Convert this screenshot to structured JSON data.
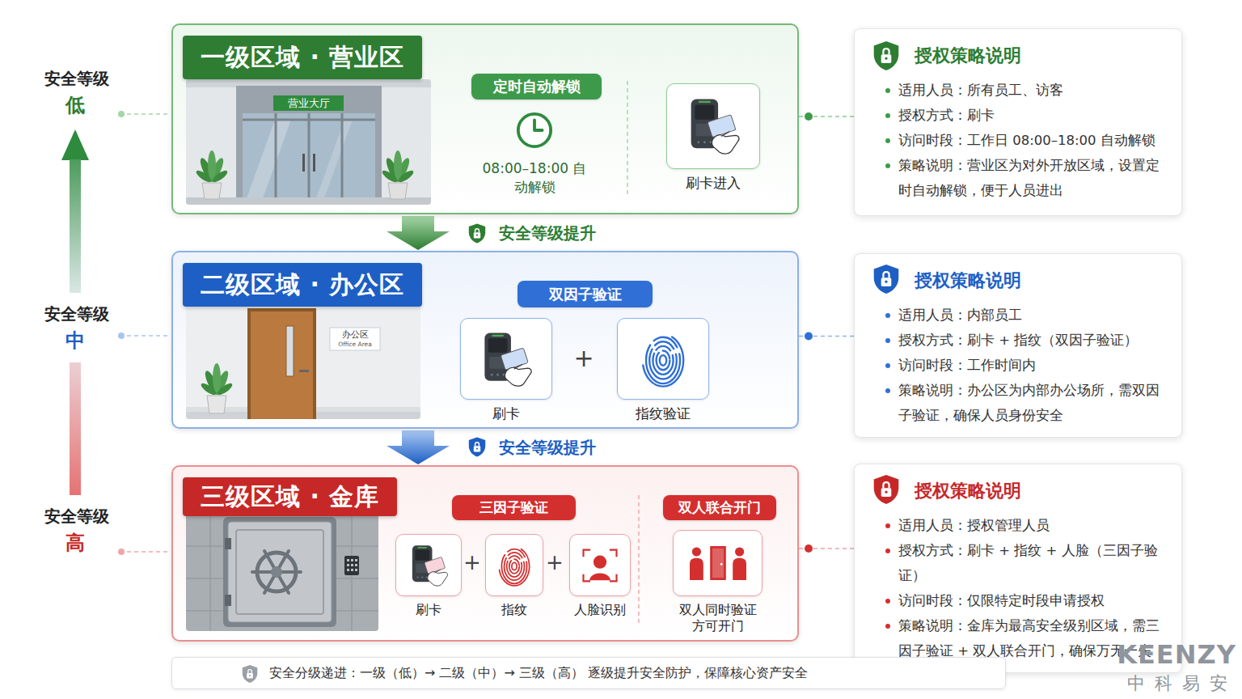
{
  "diagram": {
    "nodes": [
      {
        "text": [
          "一级区域 · 营业区"
        ]
      },
      {
        "text": [
          "定时自动解锁"
        ],
        "in": 0
      },
      {
        "text": [
          "刷卡进入"
        ],
        "in": 0
      },
      {
        "text": [
          "授权策略说明",
          "适用人员：所有员工、访客",
          "授权方式：刷卡",
          "访问时段：工作日 08:00–18:00 自动解锁",
          "策略说明：营业区为对外开放区域，设置定时自动解锁，便于人员进出"
        ]
      },
      {
        "text": [
          "二级区域 · 办公区"
        ]
      },
      {
        "text": [
          "双因子验证"
        ],
        "in": 4
      },
      {
        "text": [
          "刷卡"
        ],
        "in": 4
      },
      {
        "text": [
          "指纹验证"
        ],
        "in": 4
      },
      {
        "text": [
          "授权策略说明",
          "适用人员：内部员工",
          "授权方式：刷卡 + 指纹（双因子验证）",
          "访问时段：工作时间内",
          "策略说明：办公区为内部办公场所，需双因子验证，确保人员身份安全"
        ]
      },
      {
        "text": [
          "三级区域 · 金库"
        ]
      },
      {
        "text": [
          "三因子验证"
        ],
        "in": 9
      },
      {
        "text": [
          "刷卡"
        ],
        "in": 9
      },
      {
        "text": [
          "指纹"
        ],
        "in": 9
      },
      {
        "text": [
          "人脸识别"
        ],
        "in": 9
      },
      {
        "text": [
          "双人联合开门"
        ],
        "in": 9
      },
      {
        "text": [
          "双人同时验证 方可开门"
        ],
        "in": 9
      },
      {
        "text": [
          "授权策略说明",
          "适用人员：授权管理人员",
          "授权方式：刷卡 + 指纹 + 人脸（三因子验证）",
          "访问时段：仅限特定时段申请授权",
          "策略说明：金库为最高安全级别区域，需三因子验证 + 双人联合开门，确保万无一失"
        ]
      },
      {
        "text": [
          "安全分级递进：一级（低）→ 二级（中）→ 三级（高） 逐级提升安全防护，保障核心资产安全"
        ]
      }
    ],
    "edges": [
      {
        "from": 0,
        "to": 4,
        "label": "安全等级提升",
        "arrow": "to"
      },
      {
        "from": 4,
        "to": 9,
        "label": "安全等级提升",
        "arrow": "to"
      },
      {
        "from": 0,
        "to": 3,
        "arrow": "none"
      },
      {
        "from": 4,
        "to": 8,
        "arrow": "none"
      },
      {
        "from": 9,
        "to": 16,
        "arrow": "none"
      }
    ],
    "labels": [
      "安全等级",
      "低",
      "营业大厅",
      "08:00–18:00 自动解锁",
      "安全等级",
      "中",
      "办公区",
      "Office Area",
      "+",
      "安全等级",
      "高",
      "+",
      "+",
      "KEENZY",
      "中科易安"
    ]
  }
}
